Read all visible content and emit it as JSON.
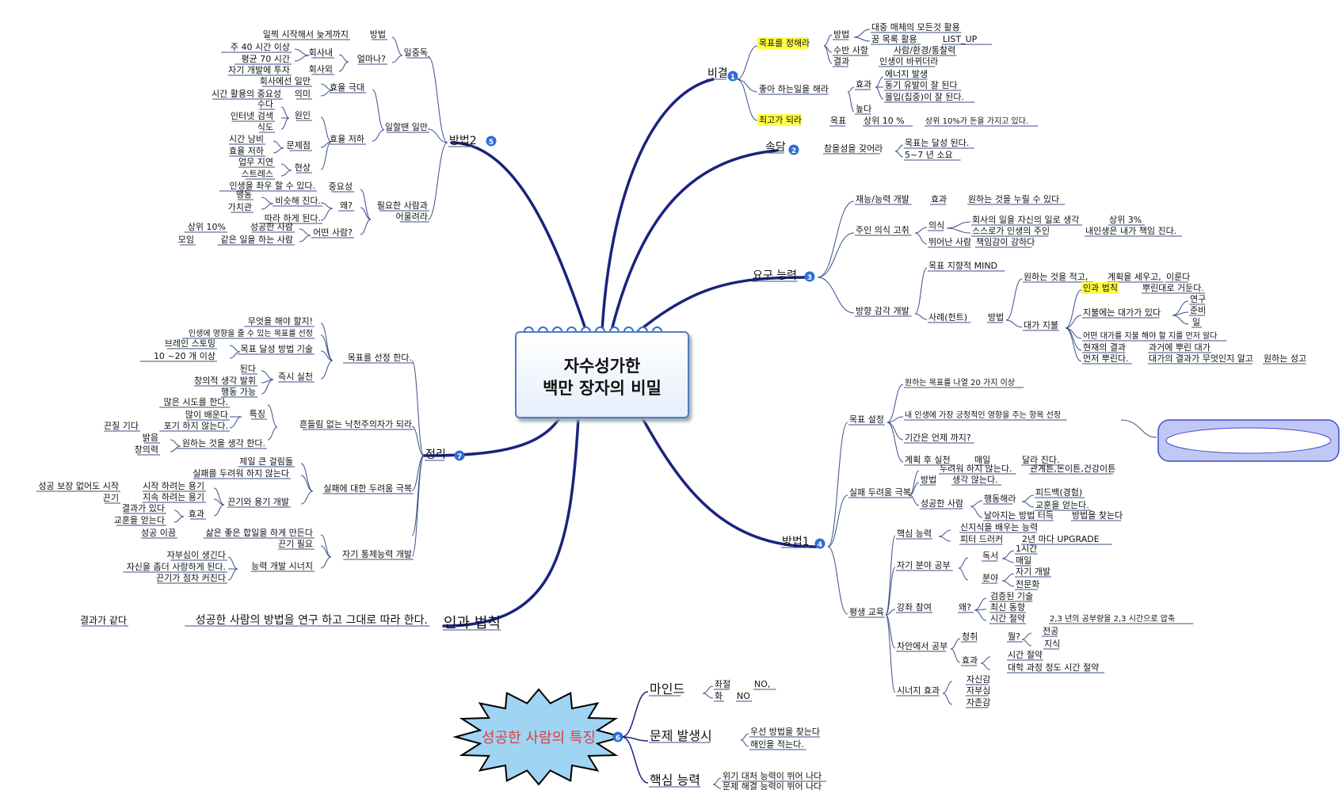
{
  "center": {
    "line1": "자수성가한",
    "line2": "백만 장자의 비밀"
  },
  "colors": {
    "branch": "#1a237e",
    "line": "#3b4f8a",
    "text": "#111111",
    "highlight": "#ffff44",
    "badge": "#2f6dd6",
    "cloud": "#9fd4f3",
    "cloud_text": "#e33b3b",
    "oval": "#c2c8f5"
  },
  "branches": {
    "b1": {
      "label": "비결",
      "num": "1"
    },
    "b2": {
      "label": "속담",
      "num": "2"
    },
    "b3": {
      "label": "요구 능력",
      "num": "3"
    },
    "b4": {
      "label": "방법1",
      "num": "4"
    },
    "b5": {
      "label": "방법2",
      "num": "5"
    },
    "b7": {
      "label": "정리",
      "num": "7"
    },
    "b8": {
      "label": "인과 법칙"
    },
    "cloud": {
      "label": "성공한 사람의 특징",
      "num": "6"
    },
    "cl1": {
      "label": "마인드"
    },
    "cl2": {
      "label": "문제 발생시"
    },
    "cl3": {
      "label": "핵심 능력"
    }
  },
  "labels": {
    "l0": "목표를 정해라",
    "l1": "방법",
    "l2": "대중 매체의 모든것 활용",
    "l3": "꿈 목록 활용",
    "l4": "LIST_UP",
    "l5": "수반 사항",
    "l6": "사람/환경/통찰력",
    "l7": "결과",
    "l8": "인생이 바뀌더라",
    "l9": "좋아 하는일을 해라",
    "l10": "효과",
    "l11": "에너지 발생",
    "l12": "동기 유발이 잘 된다",
    "l13": "몰입(집중)이 잘 된다.",
    "l14": "높다",
    "l15": "최고가 되라",
    "l16": "목표",
    "l17": "상위 10 %",
    "l18": "상위 10%가 돈을 가지고 있다.",
    "l19": "목표는 달성 된다.",
    "l20": "5~7 년 소요",
    "l21": "참을성을 갖어라",
    "l22": "재능/능력 개발",
    "l23": "효과",
    "l24": "원하는 것을 누릴 수 있다",
    "l25": "주인 의식 고취",
    "l26": "의식",
    "l27": "회사의 일을 자신의 일로 생각",
    "l28": "상위 3%",
    "l29": "스스로가 인생의 주인",
    "l30": "내인생은 내가 책임 진다.",
    "l31": "뛰어난 사람",
    "l32": "책임감이 강하다",
    "l33": "목표 지향적 MIND",
    "l34": "방향 감각 개발",
    "l35": "사례(헌트)",
    "l36": "방법",
    "l37": "원하는 것을 적고,",
    "l38": "계획을 세우고,",
    "l39": "이룬다",
    "l40": "인과 법칙",
    "l41": "뿌린대로 거둔다.",
    "l42": "대가 지불",
    "l43": "지불에는 대가가 있다",
    "l44": "연구",
    "l45": "준비",
    "l46": "일",
    "l47": "어떤 대가를 지불 해야 할 지를 먼저 알다",
    "l48": "현재의 결과",
    "l49": "과거에 뿌린 대가",
    "l50": "먼저 뿌린다.",
    "l51": "대가의 결과가 무엇인지 알고",
    "l52": "원하는 성고",
    "l53": "원하는 목표를 나열 20 가지 이상",
    "l54": "목표 설정",
    "l55": "내 인생에 가장 긍정적인 영향을 주는 항목 선정",
    "l56": "기간은 언제 까지?",
    "l57": "계획 후 실천",
    "l58": "매일",
    "l59": "달라 진다.",
    "l60": "두려워 하지 않는다.",
    "l61": "관계튼,돈이튼,건강이튼",
    "l62": "실패 두려움 극복",
    "l63": "방법",
    "l64": "생각 않는다.",
    "l65": "성공한 사람",
    "l66": "행동해라",
    "l67": "피드백(경험)",
    "l68": "교훈을 얻는다.",
    "l69": "날아지는 방법 터득",
    "l70": "방법을 찾는다",
    "l71": "핵심 능력",
    "l72": "신지식을 배우는 능력",
    "l73": "피터 드러커",
    "l74": "2년 마다 UPGRADE",
    "l75": "자기 분야 공부",
    "l76": "독서",
    "l77": "1시간",
    "l78": "매일",
    "l79": "분야",
    "l80": "자기 개발",
    "l81": "전문화",
    "l82": "평생 교육",
    "l83": "강좌 참여",
    "l84": "왜?",
    "l85": "검증된 기술",
    "l86": "최신 동향",
    "l87": "시간 절약",
    "l88": "2,3 년의 공부량을 2,3 시간으로 압축",
    "l89": "차안에서 공부",
    "l90": "청취",
    "l91": "뭘?",
    "l92": "전공",
    "l93": "지식",
    "l94": "효과",
    "l95": "시간 절약",
    "l96": "대학 과정 정도 시간 절약",
    "l97": "시너지 효과",
    "l98": "자신감",
    "l99": "자부심",
    "l100": "자존감",
    "l101": "일찍 시작해서 늦게까지",
    "l102": "방법",
    "l103": "일중독",
    "l104": "주 40 시간 이상",
    "l105": "회사내",
    "l106": "얼마나?",
    "l107": "평균 70 시간",
    "l108": "자기 개발에 투자",
    "l109": "회사외",
    "l110": "회사에선 일만",
    "l111": "효율 극대",
    "l112": "시간 활용의 중요성",
    "l113": "의미",
    "l114": "일할땐 일만",
    "l115": "수다",
    "l116": "인터넷 검색",
    "l117": "원인",
    "l118": "식도",
    "l119": "효율 저하",
    "l120": "시간 낭비",
    "l121": "문제점",
    "l122": "효율 저하",
    "l123": "업무 지연",
    "l124": "현상",
    "l125": "스트레스",
    "l126": "인생을 좌우 할 수 있다.",
    "l127": "중요성",
    "l128": "행동",
    "l129": "필요한 사람과",
    "l130": "어울려라",
    "l131": "가치관",
    "l132": "비슷해 진다.",
    "l133": "왜?",
    "l134": "따라 하게 된다.",
    "l135": "상위 10%",
    "l136": "성공한 사람",
    "l137": "어떤 사람?",
    "l138": "모임",
    "l139": "같은 일을 하는 사람",
    "l140": "무엇을 해야 할지!",
    "l141": "인생에 영향을 줄 수 있는 목표를 선정",
    "l142": "브레인 스토밍",
    "l143": "목표 달성 방법 기술",
    "l144": "목표를 선정 한다.",
    "l145": "10 ~20 개 이상",
    "l146": "즉시 실천",
    "l147": "창의적 생각 발휘",
    "l148": "행동 가능",
    "l149": "많은 시도를 한다.",
    "l150": "특징",
    "l151": "많이 배운다",
    "l152": "끈질 기다",
    "l153": "포기 하지 않는다.",
    "l154": "흔들림 없는 낙천주의자가 되라",
    "l155": "밝음",
    "l156": "창의력",
    "l157": "원하는 것을 생각 한다.",
    "l158": "제일 큰 걸림돌",
    "l159": "실패를 두려워 하지 않는다",
    "l160": "실패에 대한 두려움 극복",
    "l161": "성공 보장 없어도 시작",
    "l162": "시작 하려는 용기",
    "l163": "끈기",
    "l164": "지속 하려는 용기",
    "l165": "끈기와 용기 개발",
    "l166": "결과가 있다",
    "l167": "효과",
    "l168": "교훈을 얻는다",
    "l169": "성공 이끔",
    "l170": "삶은 좋은 합일을 하게 만든다",
    "l171": "끈기 필요",
    "l172": "자기 통제능력 개발",
    "l173": "자부심이 생긴다",
    "l174": "자신을 좀더 사랑하게 된다.",
    "l175": "능력 개발 시너지",
    "l176": "끈기가 점차 커진다",
    "l177": "결과가 같다",
    "l178": "성공한 사람의 방법을 연구 하고 그대로 따라 한다.",
    "l179": "좌절",
    "l180": "NO,",
    "l181": "화",
    "l182": "NO",
    "l183": "우선 방법을 찾는다",
    "l184": "해인을 적는다.",
    "l185": "위기 대처 능력이 뛰어 나다",
    "l186": "문제 해결 능력이 뛰어 나다",
    "l187": "된다"
  }
}
